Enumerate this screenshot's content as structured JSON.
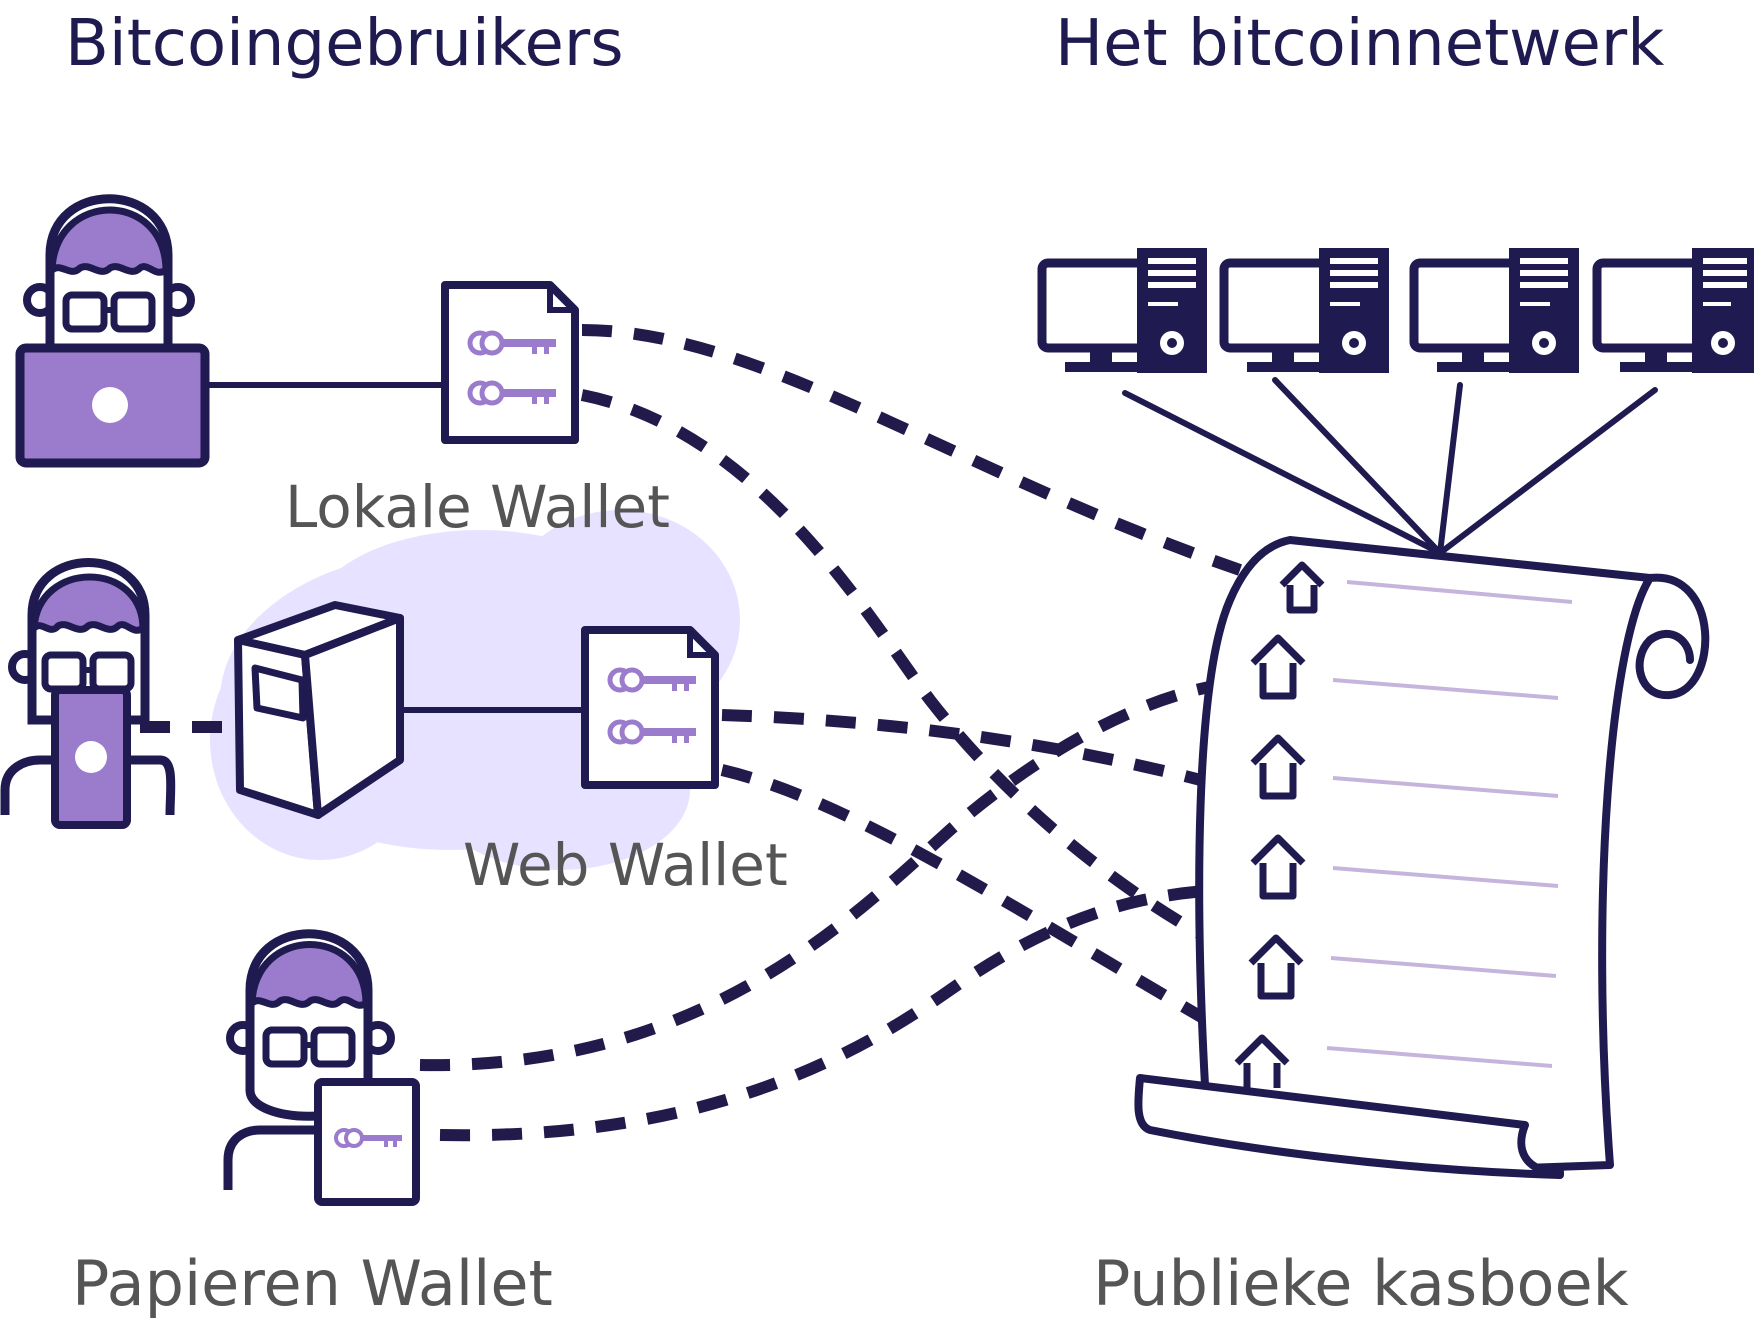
{
  "headings": {
    "users": "Bitcoingebruikers",
    "network": "Het bitcoinnetwerk"
  },
  "captions": {
    "local_wallet": "Lokale Wallet",
    "web_wallet": "Web Wallet",
    "paper_wallet": "Papieren Wallet",
    "public_ledger": "Publieke kasboek"
  },
  "colors": {
    "ink": "#1f1a4f",
    "purple": "#9b7bcc",
    "cloud": "#e6e2ff",
    "ledger_line": "#c5b4dc",
    "caption_gray": "#555555"
  },
  "icons": {
    "user_with_laptop": "person-laptop-icon",
    "user_with_phone": "person-phone-icon",
    "user_with_paper": "person-paper-icon",
    "wallet_file": "key-document-icon",
    "web_server": "server-box-icon",
    "network_node": "desktop-computer-icon",
    "ledger": "scroll-icon"
  },
  "network_nodes": 4,
  "ledger_entries": 6
}
